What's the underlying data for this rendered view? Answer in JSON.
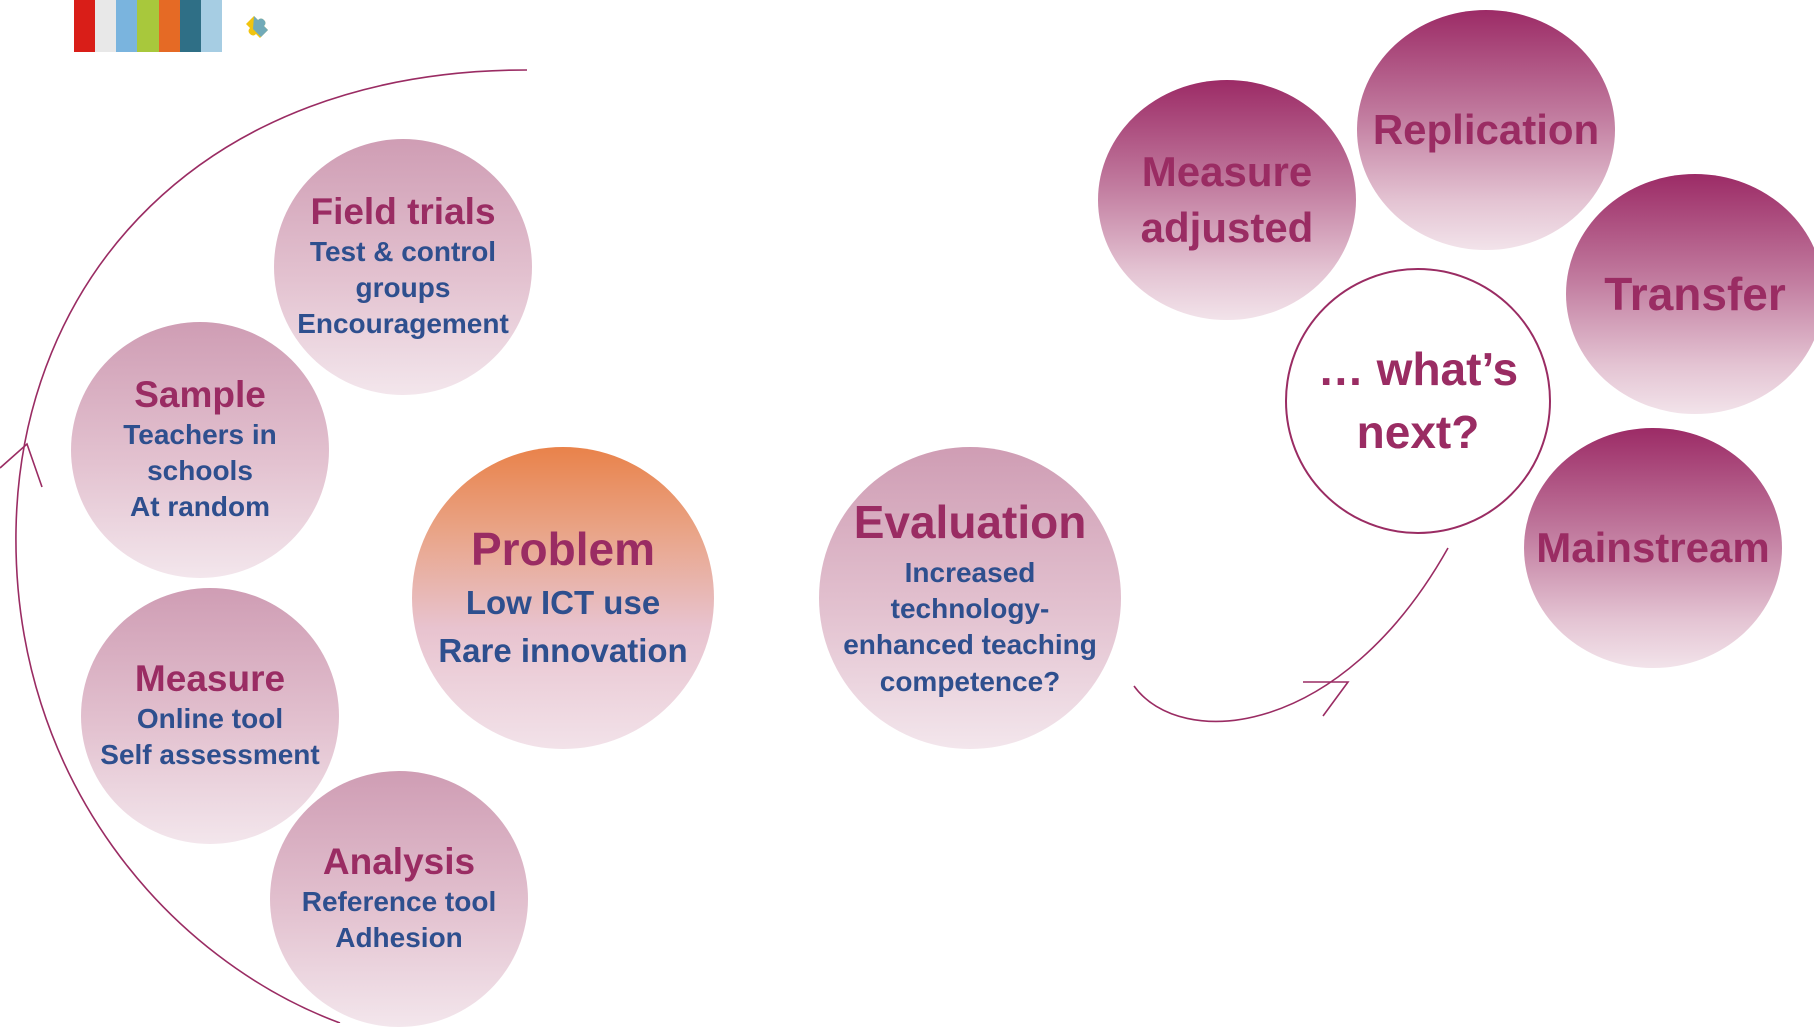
{
  "colors": {
    "title": "#9a2c63",
    "subtitle": "#2e4f8e",
    "arrow": "#9a2c63",
    "problem_accent": "#e9824a"
  },
  "logo": {
    "stripe_colors": [
      "#d91e18",
      "#e8e8e8",
      "#7ab4de",
      "#a8c83c",
      "#e56a25",
      "#2f6f86",
      "#a6cde3"
    ]
  },
  "cycle": {
    "field_trials": {
      "title": "Field trials",
      "lines": [
        "Test & control",
        "groups",
        "Encouragement"
      ]
    },
    "sample": {
      "title": "Sample",
      "lines": [
        "Teachers in",
        "schools",
        "At random"
      ]
    },
    "measure": {
      "title": "Measure",
      "lines": [
        "Online tool",
        "Self assessment"
      ]
    },
    "analysis": {
      "title": "Analysis",
      "lines": [
        "Reference tool",
        "Adhesion"
      ]
    },
    "problem": {
      "title": "Problem",
      "lines": [
        "Low ICT use",
        "Rare innovation"
      ]
    }
  },
  "evaluation": {
    "title": "Evaluation",
    "lines": [
      "Increased",
      "technology-",
      "enhanced teaching",
      "competence?"
    ]
  },
  "next_steps": {
    "center": [
      "… what’s",
      "next?"
    ],
    "measure_adjusted": [
      "Measure",
      "adjusted"
    ],
    "replication": "Replication",
    "transfer": "Transfer",
    "mainstream": "Mainstream"
  }
}
